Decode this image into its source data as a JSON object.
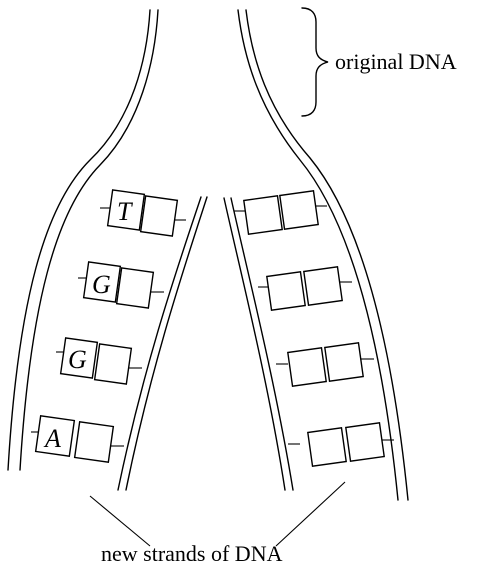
{
  "labels": {
    "original": "original DNA",
    "new_strands": "new strands of DNA"
  },
  "left_strand_bases": [
    "T",
    "G",
    "G",
    "A"
  ],
  "right_strand_bases": [
    "",
    "",
    "",
    ""
  ],
  "colors": {
    "ink": "#000000",
    "background": "#ffffff"
  }
}
